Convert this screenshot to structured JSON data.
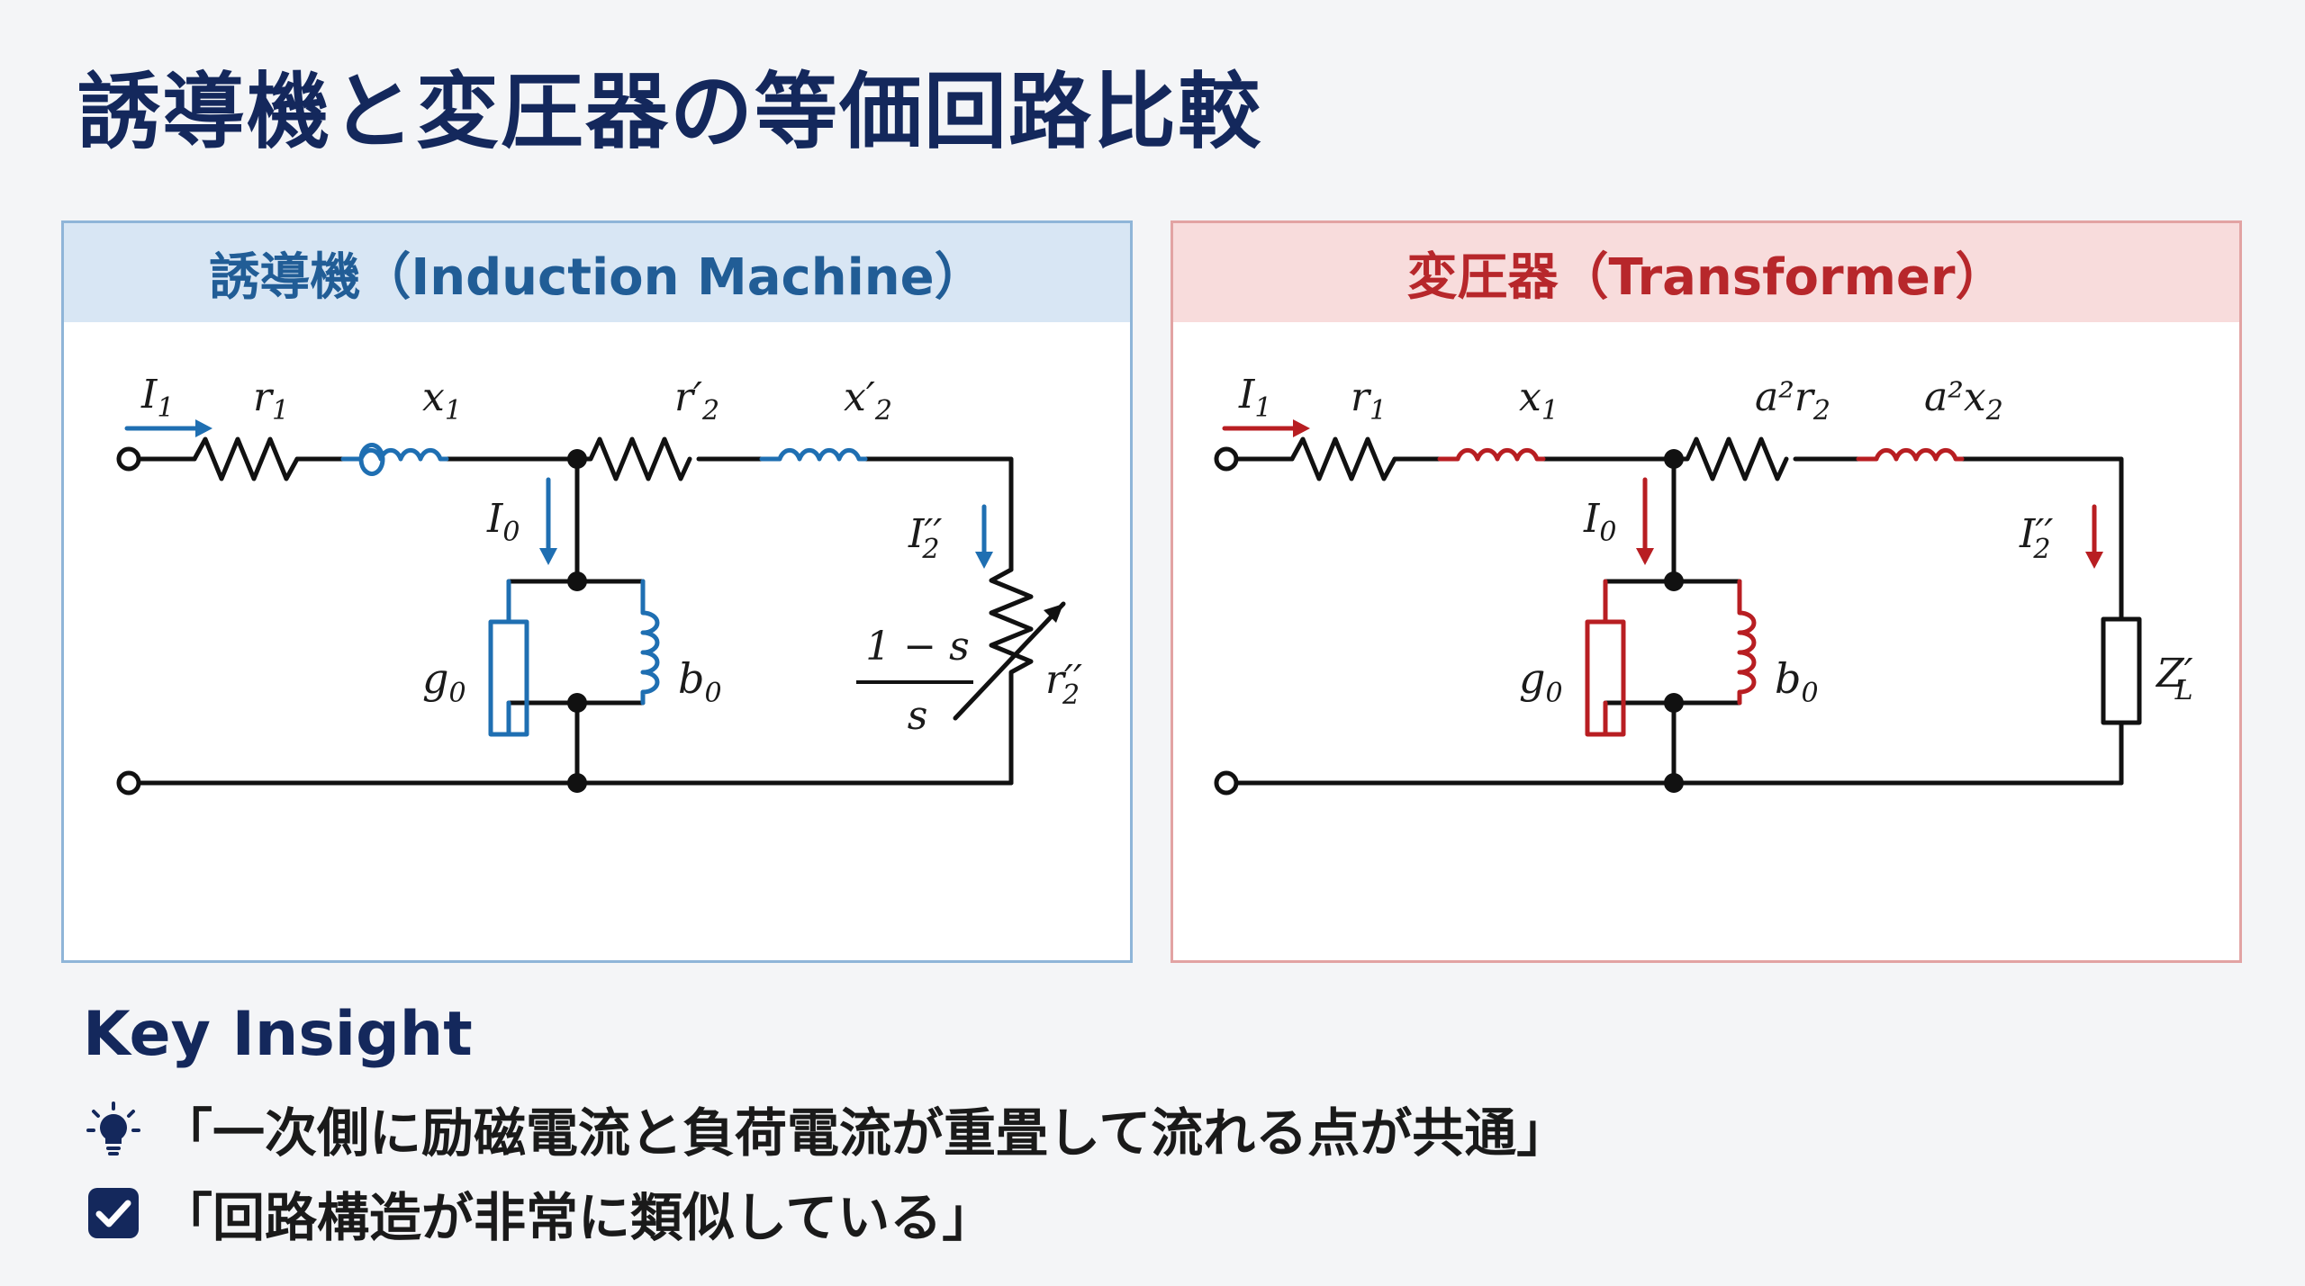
{
  "title": "誘導機と変圧器の等価回路比較",
  "panels": {
    "induction": {
      "header": "誘導機（Induction Machine）",
      "accent": "#1f6fb2",
      "labels": {
        "i1": "I",
        "i1_sub": "1",
        "r1": "r",
        "r1_sub": "1",
        "x1": "x",
        "x1_sub": "1",
        "r2": "r′",
        "r2_sub": "2",
        "x2": "x′",
        "x2_sub": "2",
        "i0": "I",
        "i0_sub": "0",
        "i2": "I′′",
        "i2_sub": "2",
        "g0": "g",
        "g0_sub": "0",
        "b0": "b",
        "b0_sub": "0",
        "frac_num": "1 − s",
        "frac_den": "s",
        "rl": "r′′",
        "rl_sub": "2"
      }
    },
    "transformer": {
      "header": "変圧器（Transformer）",
      "accent": "#b81e22",
      "labels": {
        "i1": "I",
        "i1_sub": "1",
        "r1": "r",
        "r1_sub": "1",
        "x1": "x",
        "x1_sub": "1",
        "r2": "a²r",
        "r2_sub": "2",
        "x2": "a²x",
        "x2_sub": "2",
        "i0": "I",
        "i0_sub": "0",
        "i2": "I′′",
        "i2_sub": "2",
        "g0": "g",
        "g0_sub": "0",
        "b0": "b",
        "b0_sub": "0",
        "zl": "Z′",
        "zl_sub": "L"
      }
    }
  },
  "insight": {
    "title": "Key Insight",
    "items": [
      {
        "icon": "lightbulb-icon",
        "text": "「一次側に励磁電流と負荷電流が重畳して流れる点が共通」"
      },
      {
        "icon": "checkbox-icon",
        "text": "「回路構造が非常に類似している」"
      }
    ]
  },
  "colors": {
    "title": "#14285c",
    "induction_header_bg": "#d8e6f4",
    "transformer_header_bg": "#f8dcdc",
    "wire": "#111111"
  }
}
